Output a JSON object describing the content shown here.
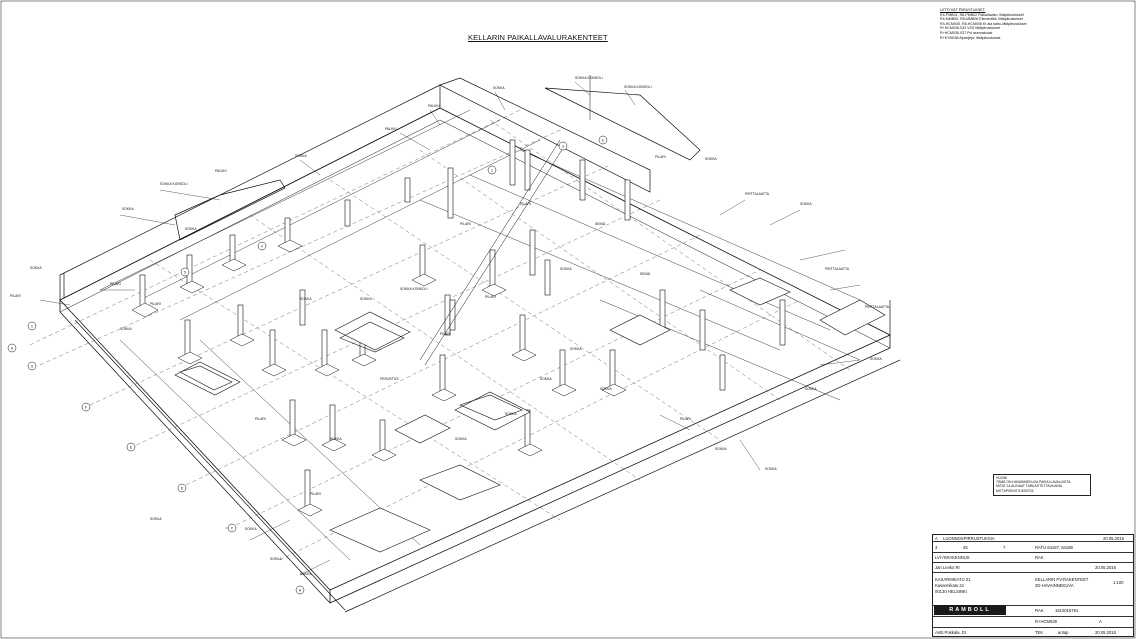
{
  "drawing": {
    "title": "KELLARIN PAIKALLAVALURAKENTEET",
    "references_header": "LIITTYVÄT PIIRUSTUKSET:",
    "references": [
      "R4-PMB01, R8-PMB02 Paikallavalu; tiiliapiirustukset",
      "R4-MMB05, R8-MMB06 Elementtiä; liittäpiirustukset",
      "R4-HCM005, R8-HCM006 Kt ala katto-liittäpiirustukset",
      "R+HCM038-033 VSS liittäpiirustukset",
      "R+HCM036-037 Pvi asemakuvat",
      "R+KYM038 Aiparijeja; liittäpiirustuksia"
    ],
    "note_header": "HUOM!",
    "note_lines": [
      "TÄMÄ ON HAVAINNEKUVA PAIKALLAVALUISTA.",
      "MITAT JA ALIHAAT TARKASTETTAVA AINA",
      "MITTAPIIRUSTUKSISTA"
    ]
  },
  "labels": {
    "sokka": "SOKKA",
    "pilari": "PILARI",
    "palkki": "PALKKI",
    "seina": "SEINÄ",
    "perustus": "PERUSTUS",
    "laatta": "PIRTTALAATTA",
    "konsoli": "SOKKA KONSOLI"
  },
  "grid_markers": [
    "1",
    "2",
    "3",
    "4",
    "5",
    "6",
    "7",
    "8",
    "A",
    "B",
    "C",
    "D",
    "E",
    "F",
    "G",
    "H"
  ],
  "title_block": {
    "revision_label": "A",
    "revision_text": "LUONNOSPIRRUSTUKSIA",
    "revision_date": "20.05.2016",
    "sheet_no": "3",
    "sheet_count": "45",
    "ratu_value": "7",
    "ratu_code": "RATU 64187, 64188",
    "type_label": "LVI-/SRAKENNUS",
    "type_value": "RAK",
    "designer": "Jari Lenko RI",
    "date": "20.05.2016",
    "address_line1": "KASARMIKATU 21",
    "address_line2": "Kasarmikatu 21",
    "address_line3": "00130 HELSINKI",
    "content_line1": "KELLARIN PV-RAKENTEET",
    "content_line2": "3D-HAVAINNEKUVA",
    "scale": "1:100",
    "company": "RAMBOLL",
    "work_label": "RAK",
    "work_no": "1510016791",
    "drawing_no": "R+HCM029",
    "revision": "A",
    "approver": "Antti Pokkala, DI",
    "approver_role": "TEK",
    "approver_sign": "antap",
    "approver_date": "20.05.2016"
  }
}
